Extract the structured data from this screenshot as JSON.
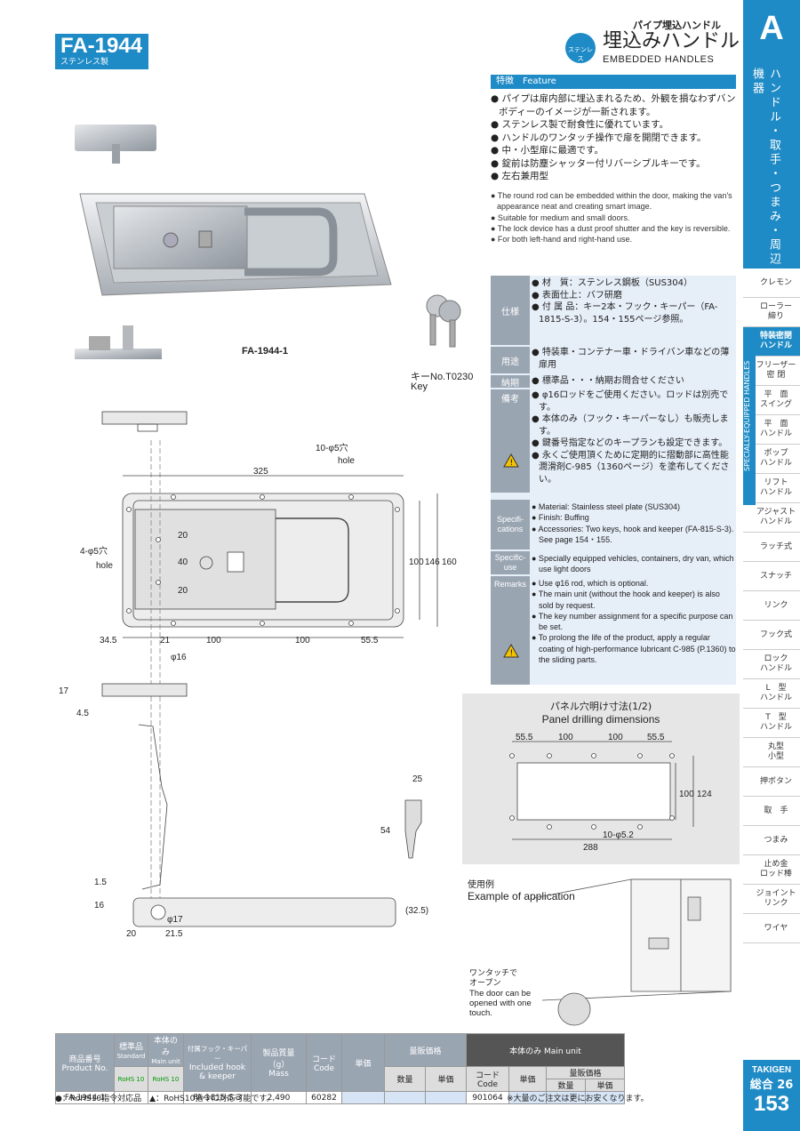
{
  "header": {
    "model": "FA-1944",
    "material_sub": "ステンレス製",
    "category": "パイプ埋込ハンドル",
    "badge": "ステンレス",
    "title": "埋込みハンドル",
    "title_en": "EMBEDDED  HANDLES"
  },
  "sidebar": {
    "letter": "A",
    "vertical": "ハンドル・取手・つまみ・周辺機器",
    "specially": "SPECIALLY-EQUIPPED HANDLES",
    "items": [
      "クレモン",
      "ローラー\n締り",
      "特装密閉\nハンドル",
      "フリーザー\n密 閉",
      "平　面\nスイング",
      "平　面\nハンドル",
      "ポップ\nハンドル",
      "リフト\nハンドル",
      "アジャスト\nハンドル",
      "ラッチ式",
      "スナッチ",
      "リンク",
      "フック式",
      "ロック\nハンドル",
      "L　型\nハンドル",
      "T　型\nハンドル",
      "丸型\n小型",
      "押ボタン",
      "取　手",
      "つまみ",
      "止め金\nロッド棒",
      "ジョイント\nリンク",
      "ワイヤ"
    ],
    "active_index": 2,
    "brand": "TAKIGEN",
    "catalog": "総合 26",
    "page": "153"
  },
  "product": {
    "variant_label": "FA-1944-1",
    "key_label": "キーNo.T0230",
    "key_label_en": "Key"
  },
  "features": {
    "heading": "特徴　Feature",
    "jp": [
      "パイプは扉内部に埋込まれるため、外観を損なわずバンボディーのイメージが一新されます。",
      "ステンレス製で耐食性に優れています。",
      "ハンドルのワンタッチ操作で扉を開閉できます。",
      "中・小型扉に最適です。",
      "錠前は防塵シャッター付リバーシブルキーです。",
      "左右兼用型"
    ],
    "en": [
      "The round rod can be embedded within the door, making the van's appearance neat and creating smart image.",
      "Suitable for medium and small doors.",
      "The lock device has a dust proof shutter and the key is reversible.",
      "For both left-hand and right-hand use."
    ]
  },
  "spec": {
    "labels_jp": [
      "仕様",
      "用途",
      "納期",
      "備考"
    ],
    "spec_jp": [
      "材　質：ステンレス鋼板（SUS304）",
      "表面仕上：バフ研磨",
      "付 属 品：キー2本・フック・キーパー（FA-1815-S-3）。154・155ページ参照。"
    ],
    "use_jp": [
      "特装車・コンテナー車・ドライバン車などの薄扉用"
    ],
    "delivery_jp": [
      "標準品・・・納期お問合せください"
    ],
    "remarks_jp": [
      "φ16ロッドをご使用ください。ロッドは別売です。",
      "本体のみ（フック・キーパーなし）も販売します。",
      "鍵番号指定などのキープランも設定できます。",
      "永くご使用頂くために定期的に摺動部に高性能潤滑剤C-985（1360ページ）を塗布してください。"
    ],
    "labels_en": [
      "Specifi-\ncations",
      "Specific-\nuse",
      "Remarks"
    ],
    "spec_en": [
      "Material: Stainless steel plate (SUS304)",
      "Finish: Buffing",
      "Accessories: Two keys, hook and keeper (FA-815-S-3). See page 154・155."
    ],
    "use_en": [
      "Specially equipped vehicles, containers, dry van, which use light doors"
    ],
    "remarks_en": [
      "Use φ16 rod, which is optional.",
      "The main unit (without the hook and keeper) is also sold by request.",
      "The key number assignment for a specific purpose can be set.",
      "To prolong the life of the product, apply a regular coating of high-performance lubricant C-985 (P.1360) to the sliding parts."
    ]
  },
  "panel": {
    "title": "パネル穴明け寸法(1/2)",
    "title_en": "Panel drilling dimensions",
    "dims": [
      "55.5",
      "100",
      "100",
      "55.5",
      "100",
      "124",
      "10-φ5.2",
      "288"
    ]
  },
  "drawing": {
    "holes10": "10-φ5穴",
    "hole": "hole",
    "d325": "325",
    "holes4": "4-φ5穴",
    "d20a": "20",
    "d40": "40",
    "d20b": "20",
    "d100v": "100",
    "d146": "146",
    "d160": "160",
    "d345": "34.5",
    "d21": "21",
    "d100a": "100",
    "d100b": "100",
    "d555": "55.5",
    "phi16": "φ16",
    "d17": "17",
    "d45": "4.5",
    "d25": "25",
    "d54": "54",
    "d15": "1.5",
    "d16": "16",
    "phi17": "φ17",
    "d325b": "(32.5)",
    "d20c": "20",
    "d215": "21.5"
  },
  "usage": {
    "title": "使用例",
    "title_en": "Example of application",
    "onetouch": "ワンタッチで\nオープン",
    "onetouch_en": "The door can be opened with one touch."
  },
  "table": {
    "h_product": "商品番号",
    "h_product_en": "Product No.",
    "h_std": "標準品",
    "h_std_en": "Standard",
    "h_main": "本体のみ",
    "h_main_en": "Main unit",
    "rohs": "RoHS\n10",
    "h_hook": "付属フック・キーパー",
    "h_hook_en": "Included hook & keeper",
    "h_mass": "製品質量（g）",
    "h_mass_en": "Mass",
    "h_code": "コード",
    "h_code_en": "Code",
    "h_price": "単価",
    "h_bulk": "量販価格",
    "h_qty": "数量",
    "h_unit": "単価",
    "h_mainunit": "本体のみ Main unit",
    "row": {
      "product": "FA-1944-1",
      "hook": "FA-1815-S-3",
      "mass": "2,490",
      "code": "60282",
      "main_code": "901064"
    }
  },
  "notes": {
    "left": "●：RoHS10指令対応品　▲：RoHS10指令に対応可能です。",
    "right": "※大量のご注文は更にお安くなります。"
  }
}
